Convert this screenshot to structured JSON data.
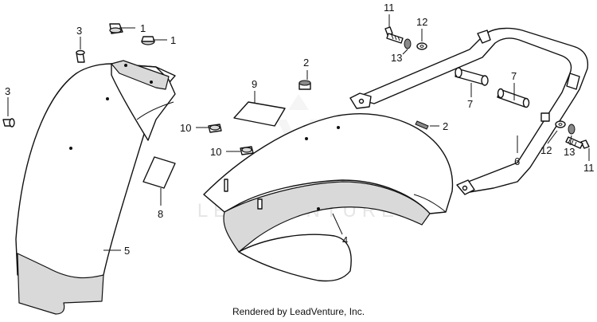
{
  "watermark": "LEADVENTURE",
  "credit": "Rendered by LeadVenture, Inc.",
  "callouts": {
    "c1a": "1",
    "c1b": "1",
    "c2a": "2",
    "c2b": "2",
    "c3a": "3",
    "c3b": "3",
    "c4": "4",
    "c5": "5",
    "c6": "6",
    "c7a": "7",
    "c7b": "7",
    "c8": "8",
    "c9": "9",
    "c10a": "10",
    "c10b": "10",
    "c11a": "11",
    "c11b": "11",
    "c12a": "12",
    "c12b": "12",
    "c13a": "13",
    "c13b": "13"
  }
}
